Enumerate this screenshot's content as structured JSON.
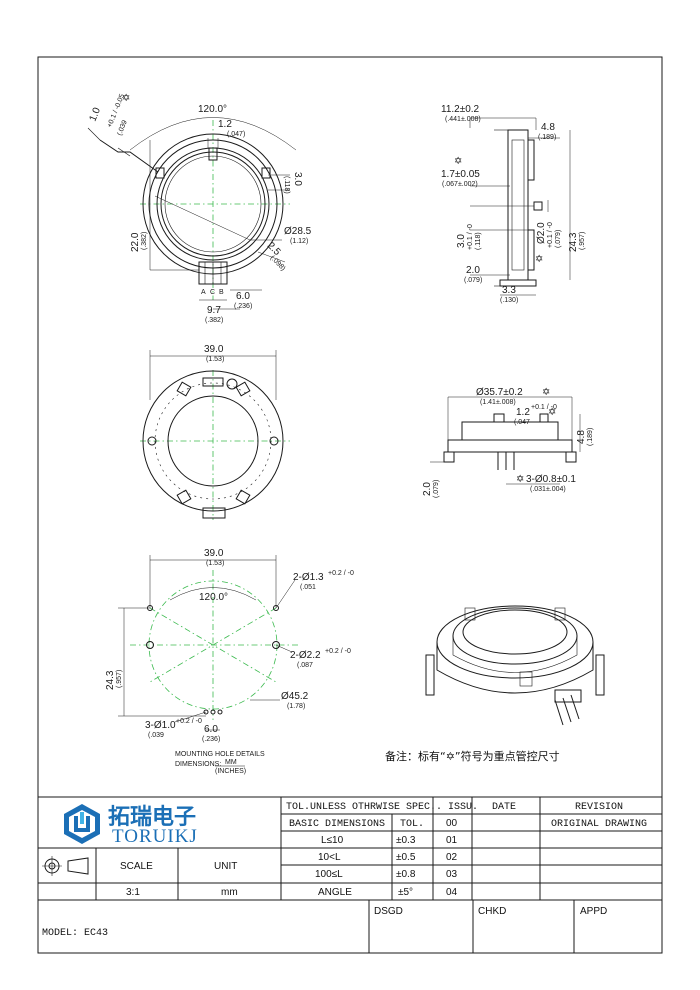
{
  "dimensions": {
    "top_view": {
      "angle": "120.0°",
      "pin_angle_dim": "1.0",
      "pin_angle_tol": "+0.1 / -0.05",
      "pin_angle_inch": "(.039",
      "width_top": "1.2",
      "width_top_inch": "(.047)",
      "lug_height": "3.0",
      "lug_height_inch": "(.118)",
      "height_left": "22.0",
      "height_left_inch": "(.382)",
      "inner_dia": "Ø28.5",
      "inner_dia_inch": "(1.12)",
      "lug_width": "2.5",
      "lug_width_inch": "(.098)",
      "terminal_labels": [
        "A",
        "C",
        "B"
      ],
      "pin_span": "6.0",
      "pin_span_inch": "(.236)",
      "pin_offset": "9.7",
      "pin_offset_inch": "(.382)"
    },
    "side_view": {
      "overall_width": "11.2±0.2",
      "overall_width_inch": "(.441±.008)",
      "lug_offset": "4.8",
      "lug_offset_inch": "(.189)",
      "plate_thickness": "1.7±0.05",
      "plate_thickness_inch": "(.067±.002)",
      "pin_height": "3.0",
      "pin_height_tol": "+0.1 / -0",
      "pin_height_inch": "(.118)",
      "pin_dia": "Ø2.0",
      "pin_dia_tol": "+0.1 / -0",
      "pin_dia_inch": "(.079)",
      "body_height": "24.3",
      "body_height_inch": "(.957)",
      "base_h": "2.0",
      "base_h_inch": "(.079)",
      "base_w": "3.3",
      "base_w_inch": "(.130)"
    },
    "bottom_view": {
      "width": "39.0",
      "width_inch": "(1.53)"
    },
    "front_view": {
      "dia": "Ø35.7±0.2",
      "dia_inch": "(1.41±.008)",
      "slot_w": "1.2",
      "slot_w_tol": "+0.1 / -0",
      "slot_w_inch": "(.047",
      "height": "4.8",
      "height_inch": "(.189)",
      "pin_h": "2.0",
      "pin_h_inch": "(.079)",
      "pin_dia": "3-Ø0.8±0.1",
      "pin_dia_inch": "(.031±.004)"
    },
    "mounting_view": {
      "width": "39.0",
      "width_inch": "(1.53)",
      "angle": "120.0°",
      "hole_small": "2-Ø1.3",
      "hole_small_tol": "+0.2 / -0",
      "hole_small_inch": "(.051",
      "hole_large": "2-Ø2.2",
      "hole_large_tol": "+0.2 / -0",
      "hole_large_inch": "(.087",
      "height": "24.3",
      "height_inch": "(.957)",
      "pcd": "Ø45.2",
      "pcd_inch": "(1.78)",
      "pin_holes": "3-Ø1.0",
      "pin_holes_tol": "+0.2 / -0",
      "pin_holes_inch": "(.039",
      "pin_span": "6.0",
      "pin_span_inch": "(.236)",
      "caption_line1": "MOUNTING HOLE DETAILS",
      "caption_label": "DIMENSIONS:",
      "caption_mm": "MM",
      "caption_in": "(INCHES)"
    }
  },
  "note": "备注：标有“✡”符号为重点管控尺寸",
  "note_symbol": "✡",
  "title_block": {
    "brand_cn": "拓瑞电子",
    "brand_en": "TORUIKJ",
    "tol_header": "TOL.UNLESS OTHRWISE SPEC.",
    "issu_header": ". ISSU.",
    "date_header": "DATE",
    "revision_header": "REVISION",
    "basic_dims": "BASIC DIMENSIONS",
    "tol_label": "TOL.",
    "rows": [
      {
        "range": "L≤10",
        "tol": "±0.3",
        "issu": "01"
      },
      {
        "range": "10<L",
        "tol": "±0.5",
        "issu": "02"
      },
      {
        "range": "100≤L",
        "tol": "±0.8",
        "issu": "03"
      },
      {
        "range": "ANGLE",
        "tol": "±5°",
        "issu": "04"
      }
    ],
    "issu_first": "00",
    "revision_first": "ORIGINAL DRAWING",
    "scale_label": "SCALE",
    "unit_label": "UNIT",
    "scale_value": "3:1",
    "unit_value": "mm",
    "model": "MODEL: EC43",
    "dsgd": "DSGD",
    "chkd": "CHKD",
    "appd": "APPD"
  },
  "colors": {
    "line": "#1a1a1a",
    "center_line": "#3cba4f",
    "brand": "#1b6fb6"
  }
}
